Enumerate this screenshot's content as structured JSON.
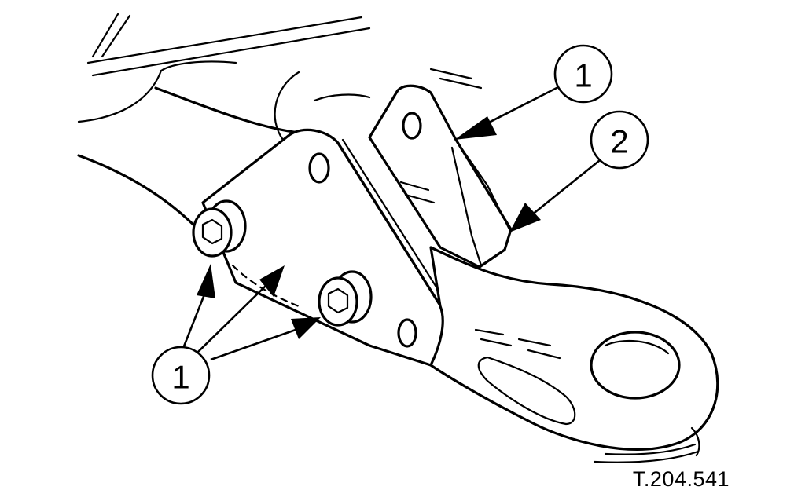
{
  "callouts": {
    "upper": "1",
    "second": "2",
    "lower": "1"
  },
  "reference_code": "T.204.541"
}
